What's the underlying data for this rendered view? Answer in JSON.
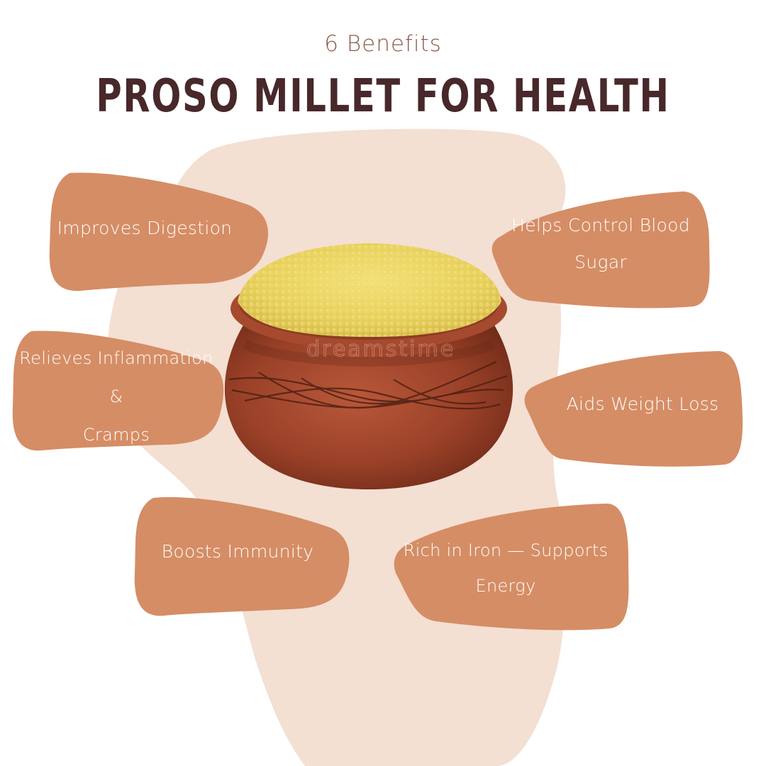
{
  "header": {
    "subtitle": "6 Benefits",
    "title": "PROSO MILLET FOR HEALTH"
  },
  "colors": {
    "background": "#FFFFFF",
    "backdrop_shape": "#F4DFD3",
    "benefit_blob": "#D58D65",
    "title": "#48282A",
    "subtitle": "#8B5A4A",
    "benefit_text": "#FFFFFF"
  },
  "center_image": {
    "subject": "clay pot filled with proso millet grains",
    "watermark": "dreamstime"
  },
  "benefits": [
    {
      "label": "Improves Digestion"
    },
    {
      "label": "Helps Control Blood Sugar"
    },
    {
      "label": "Relieves Inflammation &\nCramps"
    },
    {
      "label": "Aids Weight Loss"
    },
    {
      "label": "Boosts Immunity"
    },
    {
      "label": "Rich in Iron — Supports\nEnergy"
    }
  ]
}
